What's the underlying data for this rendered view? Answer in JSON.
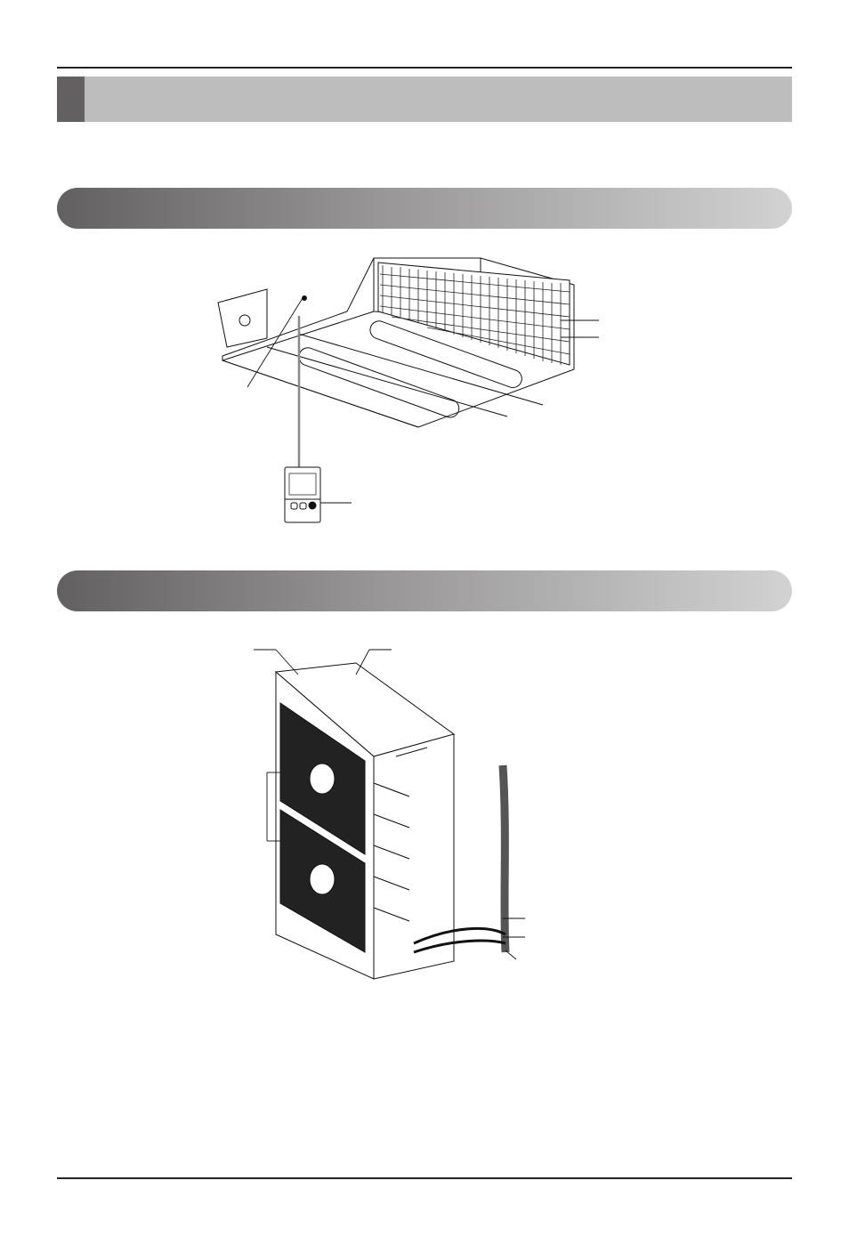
{
  "page": {
    "figures": [
      {
        "subject": "indoor-duct-unit-with-remote-controller",
        "callouts": 4
      },
      {
        "subject": "outdoor-unit-with-piping",
        "callouts": 6
      }
    ]
  },
  "colors": {
    "title_bar": "#bdbdbd",
    "title_tab": "#636061",
    "rule": "#222222"
  }
}
